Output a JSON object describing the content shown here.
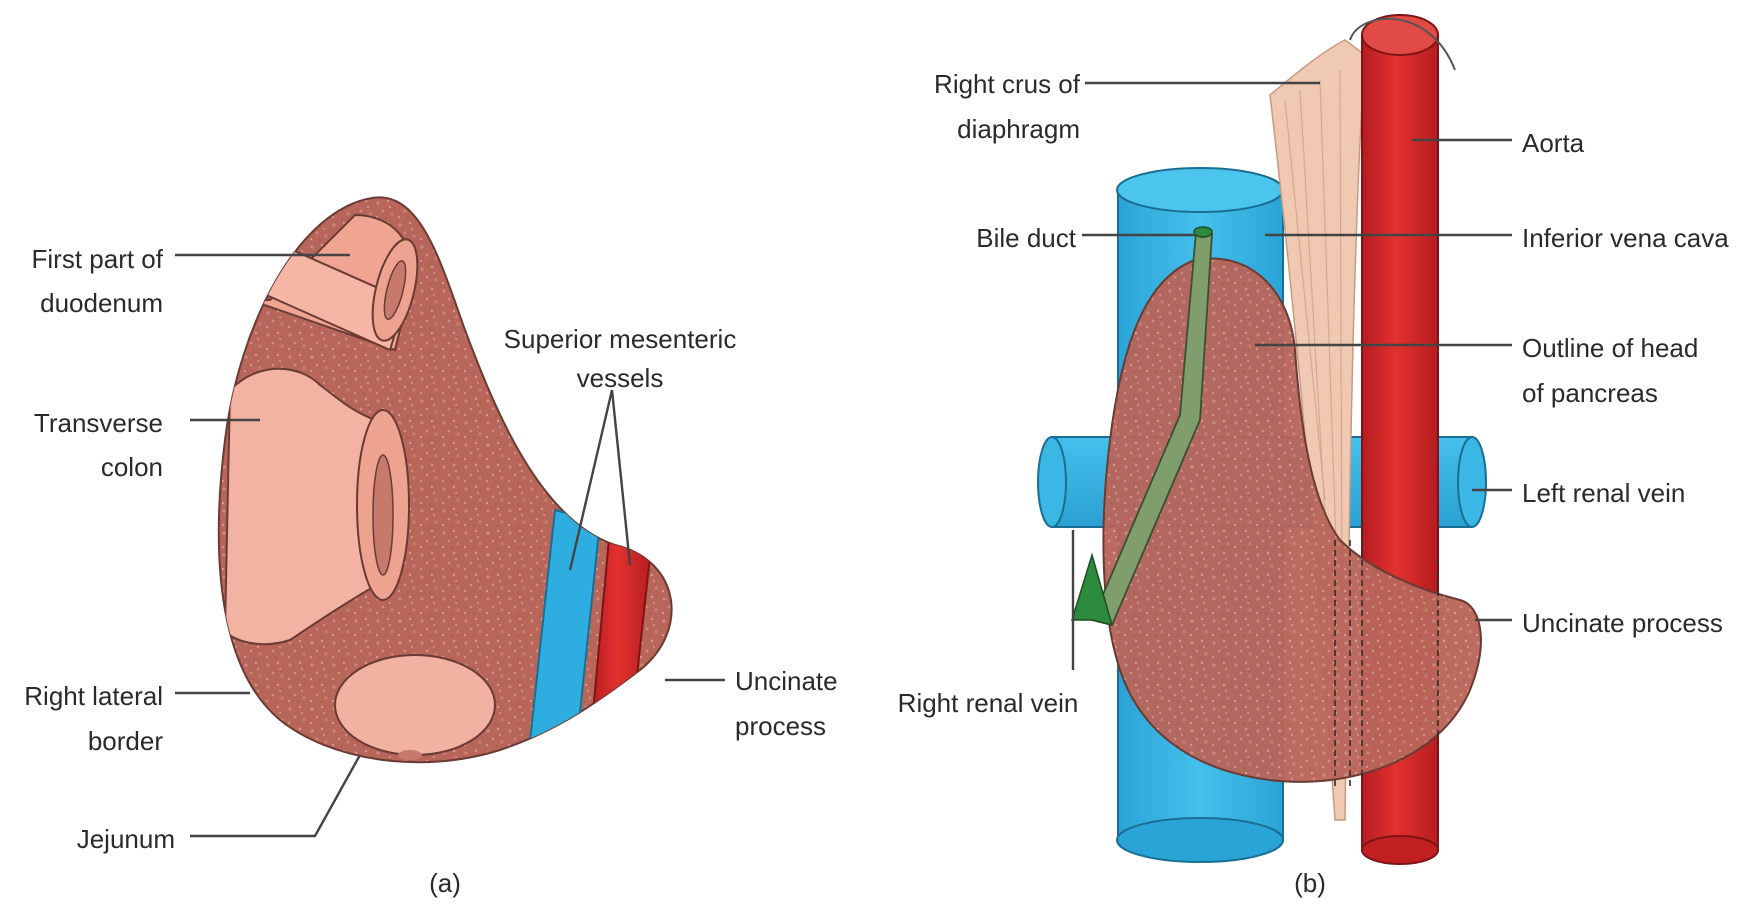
{
  "figure_a": {
    "caption": "(a)",
    "labels": {
      "first_part_duodenum_1": "First part of",
      "first_part_duodenum_2": "duodenum",
      "transverse_colon_1": "Transverse",
      "transverse_colon_2": "colon",
      "right_lateral_border_1": "Right lateral",
      "right_lateral_border_2": "border",
      "jejunum": "Jejunum",
      "superior_mesenteric_1": "Superior mesenteric",
      "superior_mesenteric_2": "vessels",
      "uncinate_1": "Uncinate",
      "uncinate_2": "process"
    }
  },
  "figure_b": {
    "caption": "(b)",
    "labels": {
      "right_crus_1": "Right crus of",
      "right_crus_2": "diaphragm",
      "bile_duct": "Bile duct",
      "aorta": "Aorta",
      "ivc": "Inferior vena cava",
      "outline_head_1": "Outline of head",
      "outline_head_2": "of pancreas",
      "left_renal_vein": "Left renal vein",
      "uncinate": "Uncinate process",
      "right_renal_vein": "Right renal vein"
    }
  },
  "colors": {
    "pancreas": "#b8655a",
    "pancreas_dark": "#9c4e45",
    "bowel": "#f2b2a2",
    "bowel_dark": "#d98e7f",
    "vein_blue": "#2eaee0",
    "artery_red": "#d9262b",
    "bile_green": "#7b9a6a",
    "crus_tan": "#efc9b2"
  }
}
